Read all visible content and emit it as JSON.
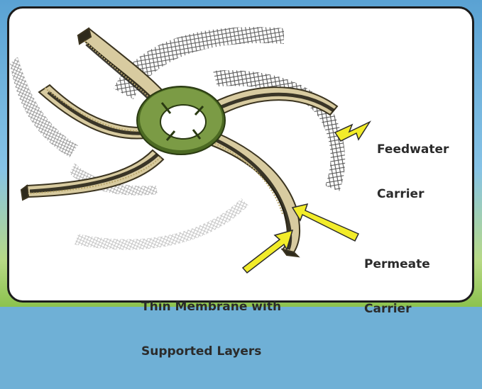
{
  "diagram": {
    "labels": {
      "feedwater_line1": "Feedwater",
      "feedwater_line2": "Carrier",
      "permeate_line1": "Permeate",
      "permeate_line2": "Carrier",
      "membrane_line1": "Thin Membrane with",
      "membrane_line2": "Supported Layers"
    },
    "colors": {
      "arrow": "#f2ec2a",
      "core": "#6e8f3c",
      "layer": "#d8cba0",
      "mesh": "#444444"
    },
    "icons": [
      "spiral-membrane-element",
      "arrow-feedwater",
      "arrow-permeate",
      "arrow-membrane"
    ]
  }
}
